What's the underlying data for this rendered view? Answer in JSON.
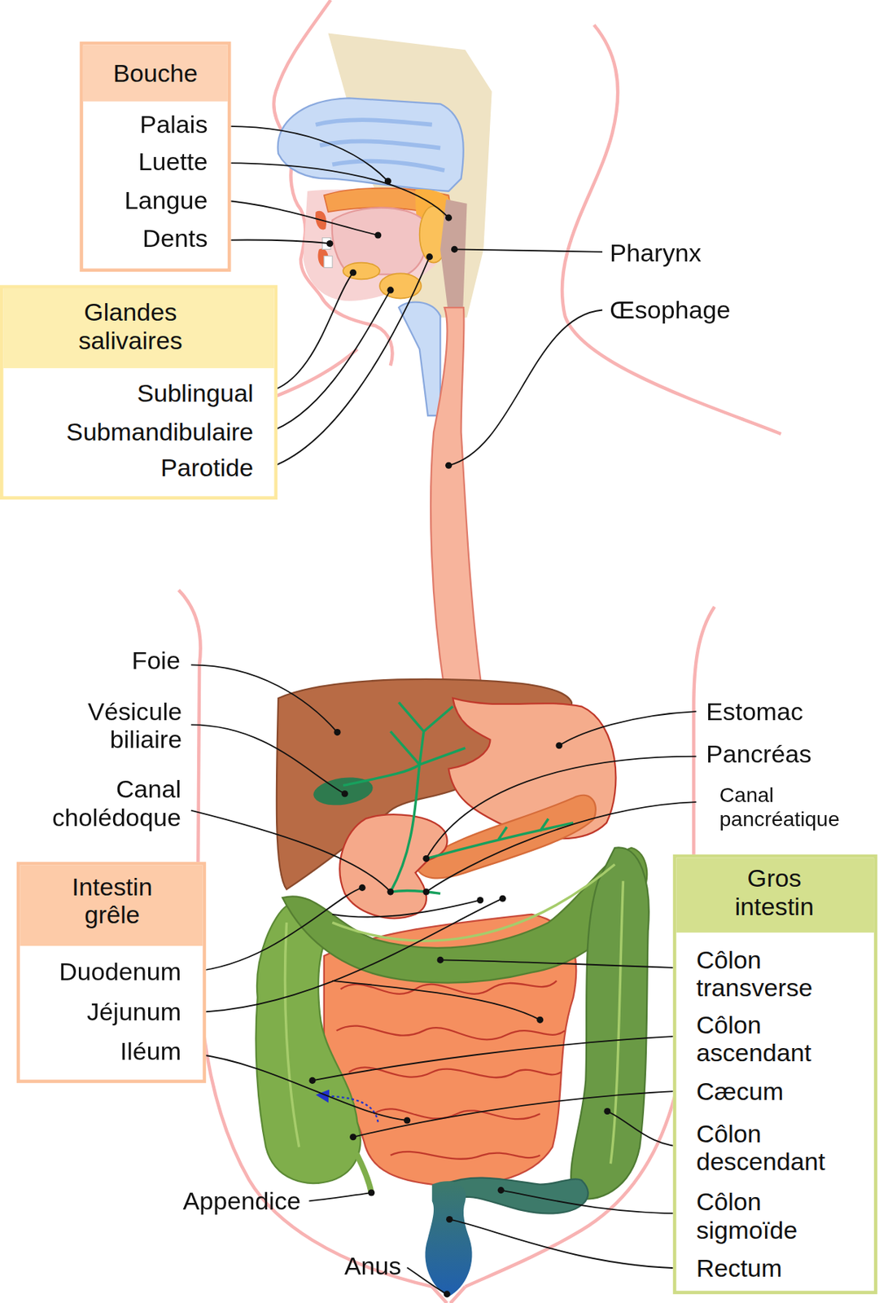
{
  "diagram": {
    "nodes": [
      {
        "text": [
          "Bouche",
          "Palais",
          "Luette",
          "Langue",
          "Dents"
        ]
      },
      {
        "text": [
          "Glandes salivaires",
          "Sublingual",
          "Submandibulaire",
          "Parotide"
        ]
      },
      {
        "text": [
          "Intestin grêle",
          "Duodenum",
          "Jéjunum",
          "Iléum"
        ]
      },
      {
        "text": [
          "Gros intestin",
          "Côlon transverse",
          "Côlon ascendant",
          "Cæcum",
          "Côlon descendant",
          "Côlon sigmoïde",
          "Rectum"
        ]
      }
    ],
    "edges": [],
    "labels": [
      "Pharynx",
      "Œsophage",
      "Foie",
      "Vésicule biliaire",
      "Canal cholédoque",
      "Estomac",
      "Pancréas",
      "Canal pancréatique",
      "Appendice",
      "Anus"
    ]
  }
}
